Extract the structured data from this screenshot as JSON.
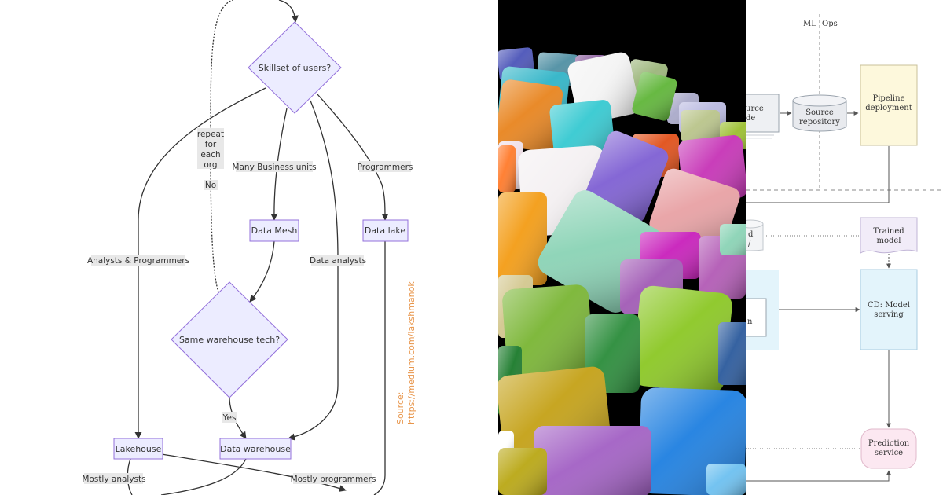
{
  "left_diagram": {
    "nodes": {
      "skillset": "Skillset of users?",
      "data_mesh": "Data Mesh",
      "data_lake": "Data lake",
      "same_warehouse": "Same warehouse tech?",
      "lakehouse": "Lakehouse",
      "data_warehouse": "Data warehouse"
    },
    "edge_labels": {
      "repeat": [
        "repeat",
        "for",
        "each",
        "org"
      ],
      "no": "No",
      "many_business_units": "Many Business units",
      "programmers": "Programmers",
      "analysts_programmers": "Analysts & Programmers",
      "data_analysts": "Data analysts",
      "yes": "Yes",
      "mostly_analysts": "Mostly analysts",
      "mostly_programmers": "Mostly programmers"
    },
    "source_lines": [
      "Source:",
      "https://medium.com/lakshmanok"
    ]
  },
  "right_diagram": {
    "header_left": "ML",
    "header_right": "Ops",
    "source_code_partial": [
      "urce",
      "de"
    ],
    "source_repository": [
      "Source",
      "repository"
    ],
    "pipeline_deployment": [
      "Pipeline",
      "deployment"
    ],
    "trained_model": [
      "Trained",
      "model"
    ],
    "cd_model_serving": [
      "CD: Model",
      "serving"
    ],
    "prediction_service": [
      "Prediction",
      "service"
    ],
    "partial_fragments": [
      "d",
      "/",
      "n"
    ]
  },
  "colors": {
    "node_fill": "#ececff",
    "node_stroke": "#9370db",
    "label_bg": "#e8e8e8",
    "source_text": "#e8954a",
    "pipeline_fill": "#fdf8dc",
    "serving_fill": "#e3f4fb",
    "prediction_fill": "#fce8f1",
    "trained_fill": "#f1ecf8",
    "repo_fill": "#e8eaee"
  }
}
